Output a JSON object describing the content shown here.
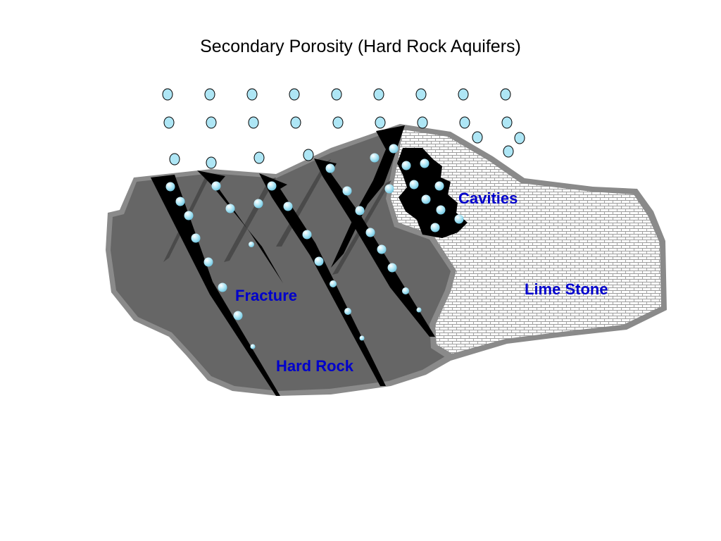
{
  "title": "Secondary Porosity (Hard Rock Aquifers)",
  "labels": {
    "cavities": "Cavities",
    "limestone": "Lime Stone",
    "fracture": "Fracture",
    "hard_rock": "Hard Rock"
  },
  "colors": {
    "label_text": "#0000cc",
    "hard_rock": "#666666",
    "rock_edge": "#8a8a8a",
    "limestone_fill": "#ffffff",
    "limestone_pattern": "#9a9a9a",
    "fracture": "#000000",
    "water_drop": "#aee6f5"
  }
}
